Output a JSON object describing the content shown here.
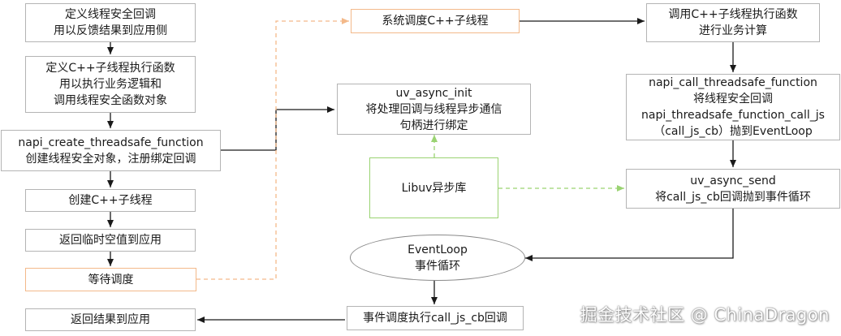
{
  "nodes": {
    "define_callback": [
      "定义线程安全回调",
      "用以反馈结果到应用侧"
    ],
    "define_thread_func": [
      "定义C++子线程执行函数",
      "用以执行业务逻辑和",
      "调用线程安全函数对象"
    ],
    "create_threadsafe": [
      "napi_create_threadsafe_function",
      "创建线程安全对象，注册绑定回调"
    ],
    "create_thread": [
      "创建C++子线程"
    ],
    "return_temp": [
      "返回临时空值到应用"
    ],
    "wait_schedule": [
      "等待调度"
    ],
    "return_result": [
      "返回结果到应用"
    ],
    "system_schedule": [
      "系统调度C++子线程"
    ],
    "uv_async_init": [
      "uv_async_init",
      "将处理回调与线程异步通信",
      "句柄进行绑定"
    ],
    "libuv": [
      "Libuv异步库"
    ],
    "call_thread_func": [
      "调用C++子线程执行函数",
      "进行业务计算"
    ],
    "napi_call": [
      "napi_call_threadsafe_function",
      "将线程安全回调",
      "napi_threadsafe_function_call_js",
      "（call_js_cb）抛到EventLoop"
    ],
    "uv_async_send": [
      "uv_async_send",
      "将call_js_cb回调抛到事件循环"
    ],
    "event_loop": [
      "EventLoop",
      "事件循环"
    ],
    "event_schedule": [
      "事件调度执行call_js_cb回调"
    ]
  },
  "watermark": "掘金技术社区 @ ChinaDragon",
  "colors": {
    "border": "#b4b4b4",
    "orange": "#f3b98a",
    "green": "#9ad372",
    "arrow": "#1a1a1a"
  }
}
